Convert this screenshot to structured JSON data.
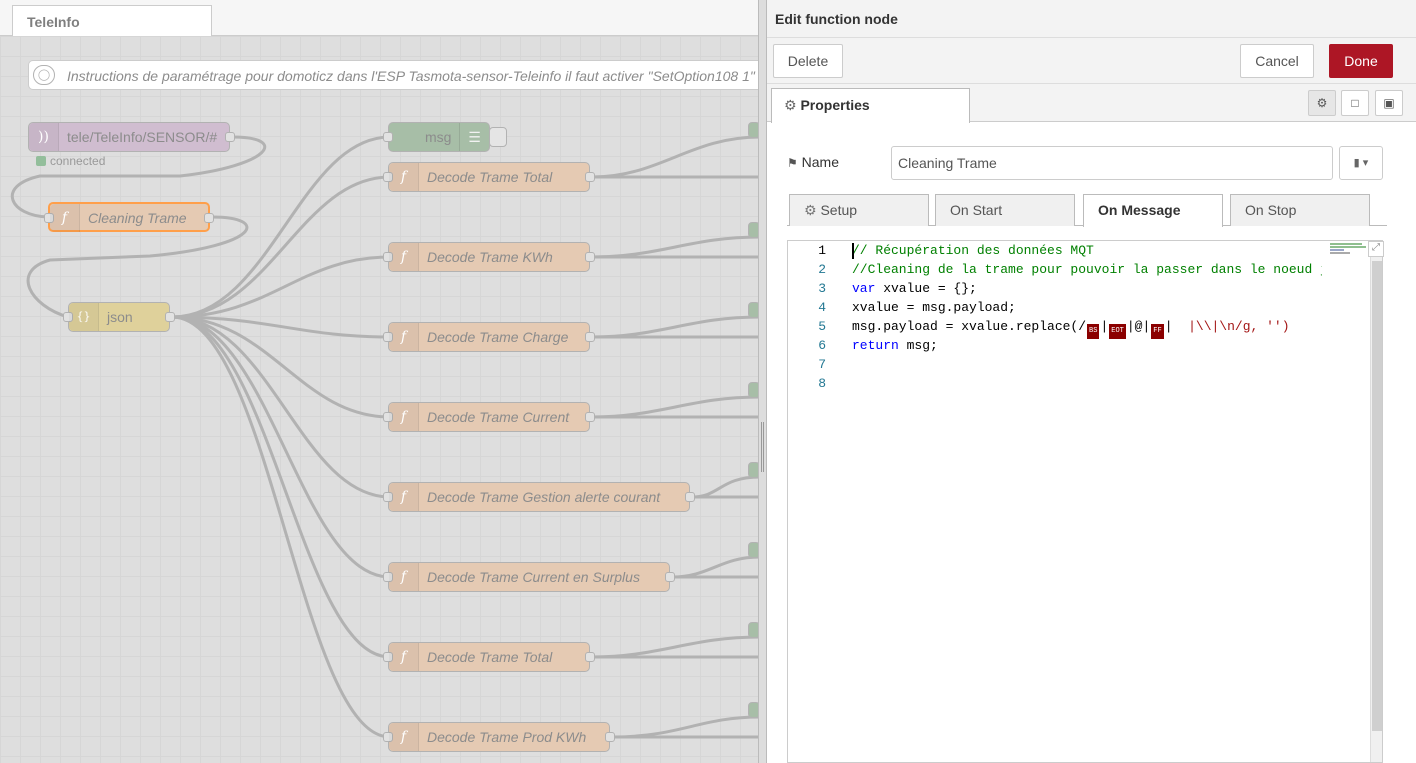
{
  "workspace": {
    "tab_label": "TeleInfo",
    "comment": "Instructions de paramétrage pour domoticz dans l'ESP Tasmota-sensor-Teleinfo il faut activer \"SetOption108 1\"",
    "mqtt_in": {
      "label": "tele/TeleInfo/SENSOR/#",
      "status": "connected"
    },
    "cleaning_node": "Cleaning Trame",
    "json_node": "json",
    "debug_node": "msg",
    "function_nodes": [
      "Decode Trame Total",
      "Decode Trame KWh",
      "Decode Trame Charge",
      "Decode Trame Current",
      "Decode Trame Gestion alerte courant",
      "Decode Trame Current en Surplus",
      "Decode Trame Total",
      "Decode Trame Prod KWh"
    ]
  },
  "tray": {
    "title": "Edit function node",
    "delete_label": "Delete",
    "cancel_label": "Cancel",
    "done_label": "Done",
    "properties_tab": "Properties",
    "name_label": "Name",
    "name_value": "Cleaning Trame",
    "subtabs": [
      "Setup",
      "On Start",
      "On Message",
      "On Stop"
    ],
    "active_subtab": "On Message"
  },
  "editor": {
    "line_numbers": [
      "1",
      "2",
      "3",
      "4",
      "5",
      "6",
      "7",
      "8"
    ],
    "lines": [
      "// Récupération des données MQT",
      "//Cleaning de la trame pour pouvoir la passer dans le noeud j",
      "var xvalue = {};",
      "xvalue = msg.payload;",
      "msg.payload = xvalue.replace(/",
      "return msg;",
      "",
      ""
    ],
    "control_chars": [
      "BS",
      "EOT",
      "FF"
    ],
    "line5_tail": "|\\\\|\\n/g, '')"
  },
  "colors": {
    "done_button": "#ad1625",
    "function_node": "#dcb89a",
    "json_node": "#d4c27a",
    "mqtt_node": "#c0a7c0",
    "debug_node": "#8aa88a",
    "selection": "#ff7f0e"
  },
  "icons": [
    "speech-bubble-icon",
    "wifi-icon",
    "function-icon",
    "json-braces-icon",
    "list-icon",
    "gear-icon",
    "document-icon",
    "frame-icon",
    "book-icon",
    "tag-icon",
    "expand-icon"
  ]
}
